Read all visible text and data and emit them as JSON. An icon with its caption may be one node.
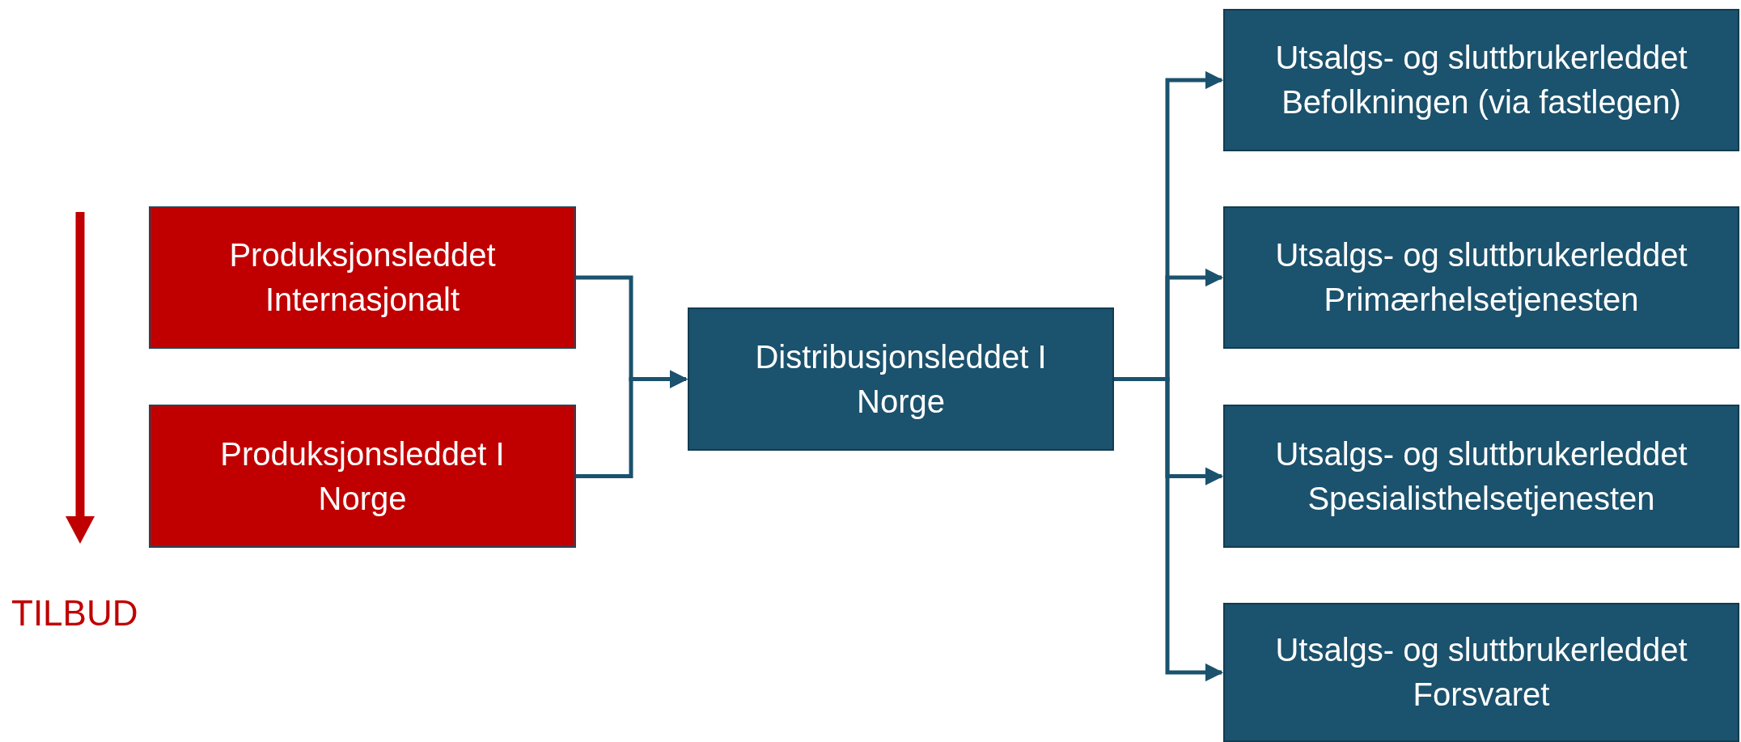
{
  "diagram": {
    "nodes": [
      {
        "text": [
          "Produksjonsleddet Internasjonalt"
        ]
      },
      {
        "text": [
          "Produksjonsleddet I Norge"
        ]
      },
      {
        "text": [
          "Distribusjonsleddet I Norge"
        ]
      },
      {
        "text": [
          "Utsalgs- og sluttbrukerleddet Befolkningen (via fastlegen)"
        ]
      },
      {
        "text": [
          "Utsalgs- og sluttbrukerleddet Primærhelsetjenesten"
        ]
      },
      {
        "text": [
          "Utsalgs- og sluttbrukerleddet Spesialisthelsetjenesten"
        ]
      },
      {
        "text": [
          "Utsalgs- og sluttbrukerleddet Forsvaret"
        ]
      }
    ],
    "edges": [
      {
        "from": 0,
        "to": 2,
        "arrow": "to"
      },
      {
        "from": 1,
        "to": 2,
        "arrow": "to"
      },
      {
        "from": 2,
        "to": 3,
        "arrow": "to"
      },
      {
        "from": 2,
        "to": 4,
        "arrow": "to"
      },
      {
        "from": 2,
        "to": 5,
        "arrow": "to"
      },
      {
        "from": 2,
        "to": 6,
        "arrow": "to"
      }
    ],
    "labels": [
      "TILBUD"
    ]
  }
}
